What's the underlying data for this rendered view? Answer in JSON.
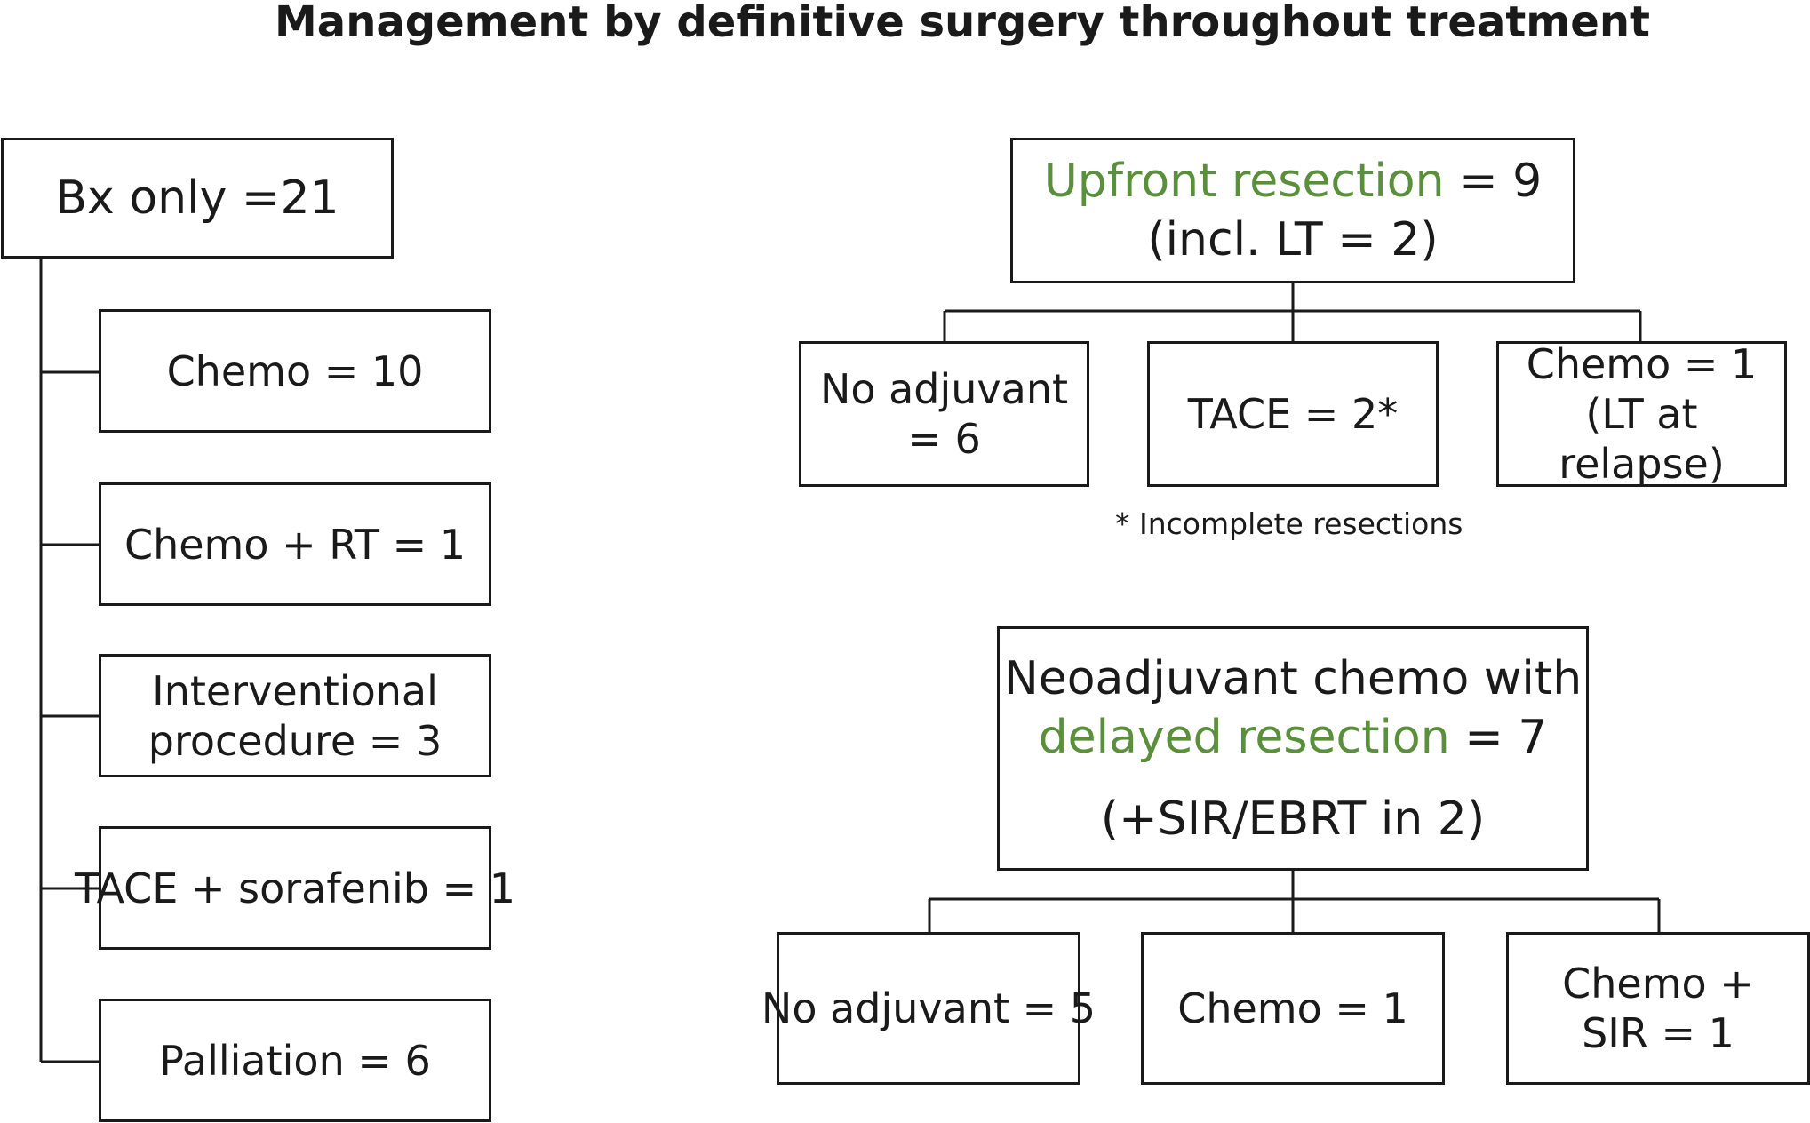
{
  "title": "Management by definitive surgery throughout treatment",
  "left": {
    "root": "Bx only =21",
    "children": [
      "Chemo = 10",
      "Chemo + RT = 1",
      "Interventional procedure = 3",
      "TACE + sorafenib = 1",
      "Palliation = 6"
    ]
  },
  "upfront": {
    "label_green": "Upfront resection",
    "label_rest": " = 9",
    "line2": "(incl. LT = 2)",
    "children": [
      "No adjuvant = 6",
      "TACE = 2*",
      "Chemo = 1 (LT at relapse)"
    ],
    "footnote": "* Incomplete resections"
  },
  "neoadjuvant": {
    "line1": "Neoadjuvant chemo with",
    "label_green": "delayed resection",
    "label_rest": " = 7",
    "line3": "(+SIR/EBRT in 2)",
    "children": [
      "No adjuvant = 5",
      "Chemo = 1",
      "Chemo + SIR = 1"
    ]
  },
  "colors": {
    "accent_green": "#5a8f3c",
    "line": "#1a1a1a"
  }
}
